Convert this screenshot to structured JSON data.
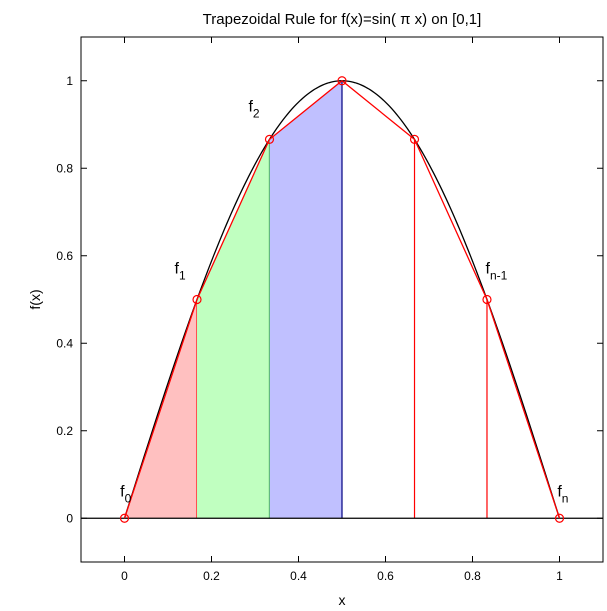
{
  "chart_data": {
    "type": "line",
    "title": "Trapezoidal Rule for f(x)=sin( π x) on [0,1]",
    "xlabel": "x",
    "ylabel": "f(x)",
    "xlim": [
      -0.1,
      1.1
    ],
    "ylim": [
      -0.1,
      1.1
    ],
    "xticks": [
      0,
      0.2,
      0.4,
      0.6,
      0.8,
      1
    ],
    "xtick_labels": [
      "0",
      "0.2",
      "0.4",
      "0.6",
      "0.8",
      "1"
    ],
    "yticks": [
      0,
      0.2,
      0.4,
      0.6,
      0.8,
      1
    ],
    "ytick_labels": [
      "0",
      "0.2",
      "0.4",
      "0.6",
      "0.8",
      "1"
    ],
    "grid": false,
    "curve_points": 200,
    "nodes": {
      "x": [
        0,
        0.1667,
        0.3333,
        0.5,
        0.6667,
        0.8333,
        1
      ],
      "y": [
        0,
        0.5,
        0.866,
        1.0,
        0.866,
        0.5,
        0
      ]
    },
    "shaded_trapezoids": [
      {
        "x0": 0,
        "x1": 0.1667,
        "color": "#ffc0c0",
        "edge": "#ff0000"
      },
      {
        "x0": 0.1667,
        "x1": 0.3333,
        "color": "#c0ffc0",
        "edge": "#00aa00"
      },
      {
        "x0": 0.3333,
        "x1": 0.5,
        "color": "#c0c0ff",
        "edge": "#000080"
      }
    ],
    "colors": {
      "curve": "#000000",
      "approx": "#ff0000",
      "marker": "#ff0000"
    },
    "annotations": [
      {
        "main": "f",
        "sub": "0",
        "x": -0.01,
        "y": 0.05
      },
      {
        "main": "f",
        "sub": "1",
        "x": 0.115,
        "y": 0.56
      },
      {
        "main": "f",
        "sub": "2",
        "x": 0.285,
        "y": 0.93
      },
      {
        "main": "f",
        "sub": "n-1",
        "x": 0.83,
        "y": 0.56
      },
      {
        "main": "f",
        "sub": "n",
        "x": 0.995,
        "y": 0.05
      }
    ]
  }
}
